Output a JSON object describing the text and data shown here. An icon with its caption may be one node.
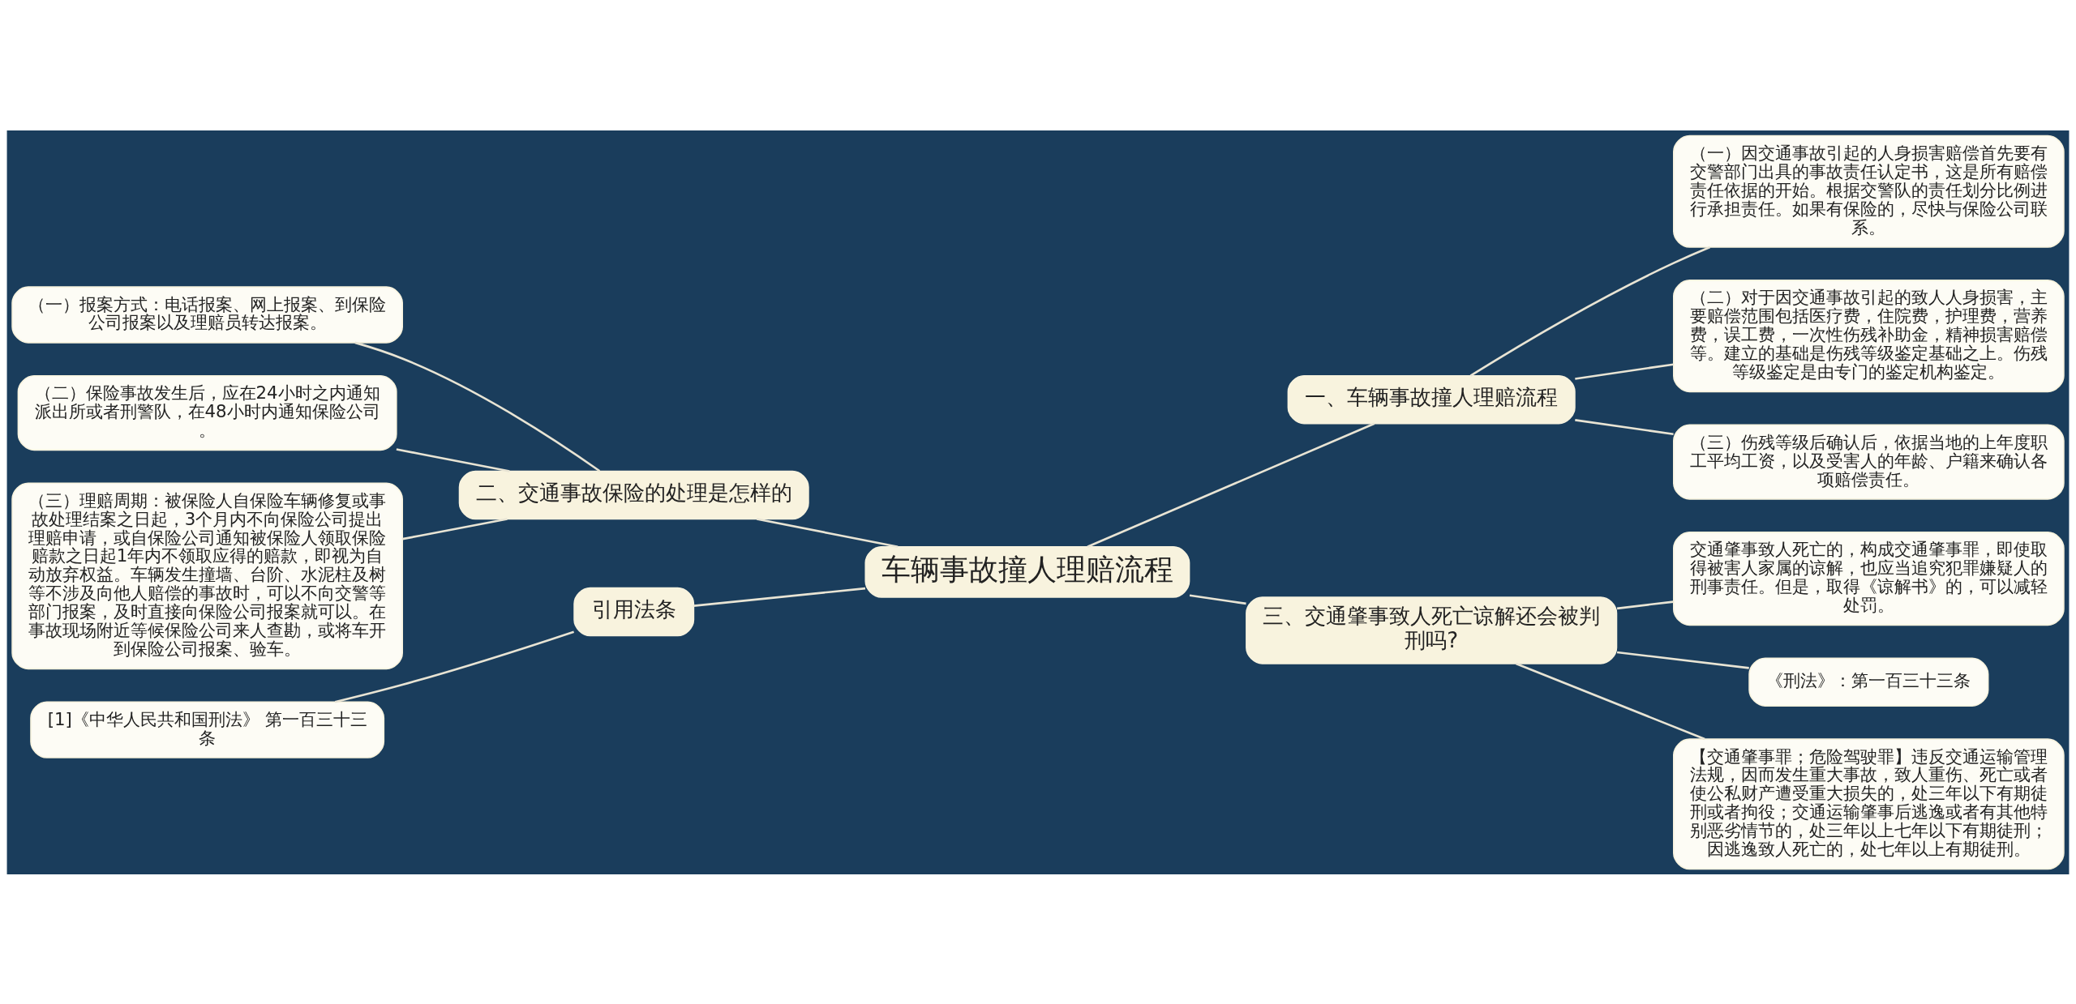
{
  "diagram": {
    "nodes": [
      {
        "text": [
          "车辆事故撞人理赔流程"
        ]
      },
      {
        "text": [
          "一、车辆事故撞人理赔流程"
        ]
      },
      {
        "text": [
          "（一）因交通事故引起的人身损害赔偿首先要有交警部门出具的事故责任认定书，这是所有赔偿责任依据的开始。根据交警队的责任划分比例进行承担责任。如果有保险的，尽快与保险公司联系。"
        ]
      },
      {
        "text": [
          "（二）对于因交通事故引起的致人人身损害，主要赔偿范围包括医疗费，住院费，护理费，营养费，误工费，一次性伤残补助金，精神损害赔偿等。建立的基础是伤残等级鉴定基础之上。伤残等级鉴定是由专门的鉴定机构鉴定。"
        ]
      },
      {
        "text": [
          "（三）伤残等级后确认后，依据当地的上年度职工平均工资，以及受害人的年龄、户籍来确认各项赔偿责任。"
        ]
      },
      {
        "text": [
          "三、交通肇事致人死亡谅解还会被判刑吗?"
        ]
      },
      {
        "text": [
          "交通肇事致人死亡的，构成交通肇事罪，即使取得被害人家属的谅解，也应当追究犯罪嫌疑人的刑事责任。但是，取得《谅解书》的，可以减轻处罚。"
        ]
      },
      {
        "text": [
          "《刑法》：第一百三十三条"
        ]
      },
      {
        "text": [
          "【交通肇事罪；危险驾驶罪】违反交通运输管理法规，因而发生重大事故，致人重伤、死亡或者使公私财产遭受重大损失的，处三年以下有期徒刑或者拘役；交通运输肇事后逃逸或者有其他特别恶劣情节的，处三年以上七年以下有期徒刑；因逃逸致人死亡的，处七年以上有期徒刑。"
        ]
      },
      {
        "text": [
          "二、交通事故保险的处理是怎样的"
        ]
      },
      {
        "text": [
          "（一）报案方式：电话报案、网上报案、到保险公司报案以及理赔员转达报案。"
        ]
      },
      {
        "text": [
          "（二）保险事故发生后，应在24小时之内通知派出所或者刑警队，在48小时内通知保险公司。"
        ]
      },
      {
        "text": [
          "（三）理赔周期：被保险人自保险车辆修复或事故处理结案之日起，3个月内不向保险公司提出理赔申请，或自保险公司通知被保险人领取保险赔款之日起1年内不领取应得的赔款，即视为自动放弃权益。车辆发生撞墙、台阶、水泥柱及树等不涉及向他人赔偿的事故时，可以不向交警等部门报案，及时直接向保险公司报案就可以。在事故现场附近等候保险公司来人查勘，或将车开到保险公司报案、验车。"
        ]
      },
      {
        "text": [
          "引用法条"
        ]
      },
      {
        "text": [
          "[1]《中华人民共和国刑法》 第一百三十三条"
        ]
      }
    ],
    "edges": [
      {
        "from": 0,
        "to": 1,
        "arrow": "none"
      },
      {
        "from": 1,
        "to": 2,
        "arrow": "none"
      },
      {
        "from": 1,
        "to": 3,
        "arrow": "none"
      },
      {
        "from": 1,
        "to": 4,
        "arrow": "none"
      },
      {
        "from": 0,
        "to": 5,
        "arrow": "none"
      },
      {
        "from": 5,
        "to": 6,
        "arrow": "none"
      },
      {
        "from": 5,
        "to": 7,
        "arrow": "none"
      },
      {
        "from": 5,
        "to": 8,
        "arrow": "none"
      },
      {
        "from": 0,
        "to": 9,
        "arrow": "none"
      },
      {
        "from": 9,
        "to": 10,
        "arrow": "none"
      },
      {
        "from": 9,
        "to": 11,
        "arrow": "none"
      },
      {
        "from": 9,
        "to": 12,
        "arrow": "none"
      },
      {
        "from": 0,
        "to": 13,
        "arrow": "none"
      },
      {
        "from": 13,
        "to": 14,
        "arrow": "none"
      }
    ]
  }
}
